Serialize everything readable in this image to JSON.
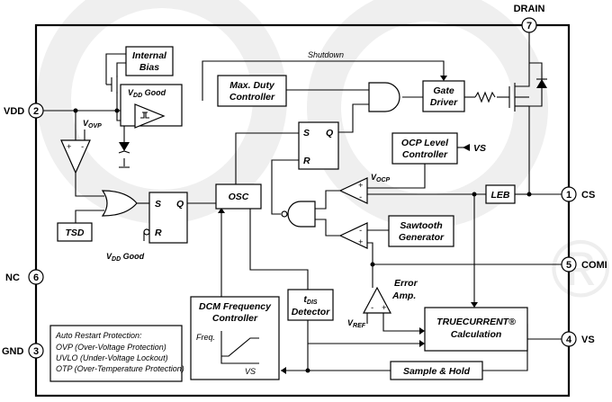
{
  "pins": {
    "drain": {
      "num": "7",
      "name": "DRAIN"
    },
    "vdd": {
      "num": "2",
      "name": "VDD"
    },
    "nc": {
      "num": "6",
      "name": "NC"
    },
    "gnd": {
      "num": "3",
      "name": "GND"
    },
    "cs": {
      "num": "1",
      "name": "CS"
    },
    "comi": {
      "num": "5",
      "name": "COMI"
    },
    "vs": {
      "num": "4",
      "name": "VS"
    }
  },
  "blocks": {
    "internal_bias": [
      "Internal",
      "Bias"
    ],
    "max_duty": [
      "Max. Duty",
      "Controller"
    ],
    "gate_driver": [
      "Gate",
      "Driver"
    ],
    "ocp_level": [
      "OCP Level",
      "Controller"
    ],
    "sawtooth": [
      "Sawtooth",
      "Generator"
    ],
    "leb": "LEB",
    "osc": "OSC",
    "tsd": "TSD",
    "dcm": [
      "DCM Frequency",
      "Controller"
    ],
    "tdis_main": "t",
    "tdis_sub": "DIS",
    "tdis_line2": "Detector",
    "truecurrent": [
      "TRUECURRENT®",
      "Calculation"
    ],
    "sample_hold": "Sample & Hold"
  },
  "labels": {
    "shutdown": "Shutdown",
    "vdd_good_top_main": "V",
    "vdd_good_top_sub": "DD",
    "vdd_good_top_rest": " Good",
    "vdd_good_bot_main": "V",
    "vdd_good_bot_sub": "DD",
    "vdd_good_bot_rest": " Good",
    "vovp_main": "V",
    "vovp_sub": "OVP",
    "vocp_main": "V",
    "vocp_sub": "OCP",
    "vref_main": "V",
    "vref_sub": "REF",
    "vs_in": "VS",
    "error_amp": [
      "Error",
      "Amp."
    ],
    "sr1_s": "S",
    "sr1_r": "R",
    "sr1_q": "Q",
    "sr2_s": "S",
    "sr2_r": "R",
    "sr2_q": "Q",
    "freq_axis": "Freq.",
    "vs_axis": "VS",
    "plus": "+",
    "minus": "-"
  },
  "protection_notes": [
    "Auto Restart Protection:",
    "OVP (Over-Voltage Protection)",
    "UVLO (Under-Voltage Lockout)",
    "OTP (Over-Temperature Protection)"
  ],
  "watermark_text": "®"
}
